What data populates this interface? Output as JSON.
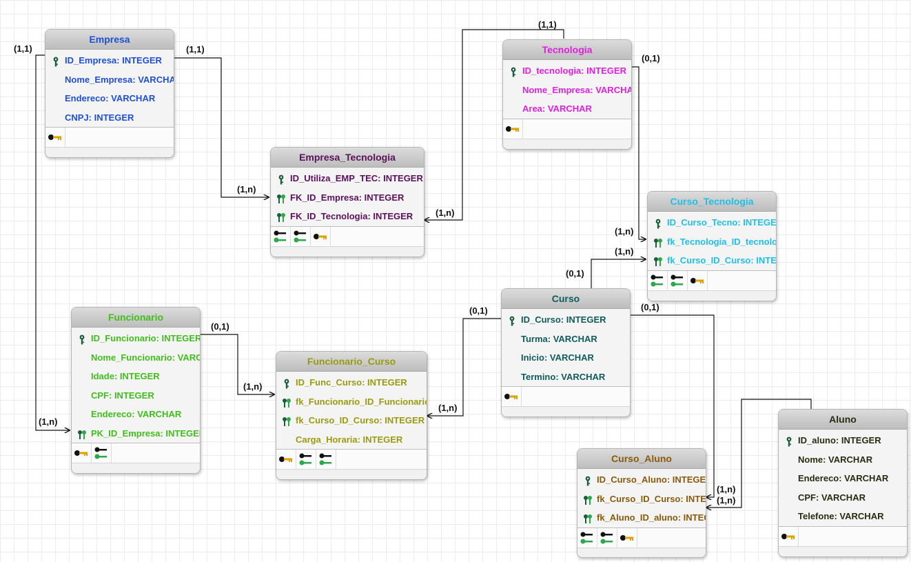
{
  "entities": [
    {
      "name": "Empresa",
      "color": "#1f4fd6",
      "attributes": [
        {
          "text": "ID_Empresa: INTEGER",
          "key": "pk"
        },
        {
          "text": "Nome_Empresa: VARCHAR",
          "key": "none"
        },
        {
          "text": "Endereco: VARCHAR",
          "key": "none"
        },
        {
          "text": "CNPJ: INTEGER",
          "key": "none"
        }
      ],
      "footer_icons": [
        "key-index-icon"
      ]
    },
    {
      "name": "Empresa_Tecnologia",
      "color": "#5c0f5c",
      "attributes": [
        {
          "text": "ID_Utiliza_EMP_TEC: INTEGER",
          "key": "pk"
        },
        {
          "text": "FK_ID_Empresa: INTEGER",
          "key": "fk"
        },
        {
          "text": "FK_ID_Tecnologia: INTEGER",
          "key": "fk"
        }
      ],
      "footer_icons": [
        "fk-index-icon",
        "fk-index-icon",
        "key-index-icon"
      ]
    },
    {
      "name": "Tecnologia",
      "color": "#e020e0",
      "attributes": [
        {
          "text": "ID_tecnologia: INTEGER",
          "key": "pk"
        },
        {
          "text": "Nome_Empresa: VARCHAR",
          "key": "none"
        },
        {
          "text": "Area: VARCHAR",
          "key": "none"
        }
      ],
      "footer_icons": [
        "key-index-icon"
      ]
    },
    {
      "name": "Curso_Tecnologia",
      "color": "#1ec0e6",
      "attributes": [
        {
          "text": "ID_Curso_Tecno: INTEGER",
          "key": "pk"
        },
        {
          "text": "fk_Tecnologia_ID_tecnologia",
          "key": "fk"
        },
        {
          "text": "fk_Curso_ID_Curso: INTEGER",
          "key": "fk"
        }
      ],
      "footer_icons": [
        "fk-index-icon",
        "fk-index-icon",
        "key-index-icon"
      ]
    },
    {
      "name": "Funcionario",
      "color": "#3fbf1a",
      "attributes": [
        {
          "text": "ID_Funcionario: INTEGER",
          "key": "pk"
        },
        {
          "text": "Nome_Funcionario: VARCHAR",
          "key": "none"
        },
        {
          "text": "Idade: INTEGER",
          "key": "none"
        },
        {
          "text": "CPF: INTEGER",
          "key": "none"
        },
        {
          "text": "Endereco: VARCHAR",
          "key": "none"
        },
        {
          "text": "PK_ID_Empresa: INTEGER",
          "key": "fk"
        }
      ],
      "footer_icons": [
        "key-index-icon",
        "fk-index-icon"
      ]
    },
    {
      "name": "Funcionario_Curso",
      "color": "#9a9a10",
      "attributes": [
        {
          "text": "ID_Func_Curso: INTEGER",
          "key": "pk"
        },
        {
          "text": "fk_Funcionario_ID_Funcionario",
          "key": "fk"
        },
        {
          "text": "fk_Curso_ID_Curso: INTEGER",
          "key": "fk"
        },
        {
          "text": "Carga_Horaria: INTEGER",
          "key": "none"
        }
      ],
      "footer_icons": [
        "key-index-icon",
        "fk-index-icon",
        "fk-index-icon"
      ]
    },
    {
      "name": "Curso",
      "color": "#0f5c5c",
      "attributes": [
        {
          "text": "ID_Curso: INTEGER",
          "key": "pk"
        },
        {
          "text": "Turma: VARCHAR",
          "key": "none"
        },
        {
          "text": "Inicio: VARCHAR",
          "key": "none"
        },
        {
          "text": "Termino: VARCHAR",
          "key": "none"
        }
      ],
      "footer_icons": [
        "key-index-icon"
      ]
    },
    {
      "name": "Curso_Aluno",
      "color": "#8a5a0a",
      "attributes": [
        {
          "text": "ID_Curso_Aluno: INTEGER",
          "key": "pk"
        },
        {
          "text": "fk_Curso_ID_Curso: INTEGER",
          "key": "fk"
        },
        {
          "text": "fk_Aluno_ID_aluno: INTEGER",
          "key": "fk"
        }
      ],
      "footer_icons": [
        "fk-index-icon",
        "fk-index-icon",
        "key-index-icon"
      ]
    },
    {
      "name": "Aluno",
      "color": "#2b2b10",
      "attributes": [
        {
          "text": "ID_aluno: INTEGER",
          "key": "pk"
        },
        {
          "text": "Nome: VARCHAR",
          "key": "none"
        },
        {
          "text": "Endereco: VARCHAR",
          "key": "none"
        },
        {
          "text": "CPF: VARCHAR",
          "key": "none"
        },
        {
          "text": "Telefone: VARCHAR",
          "key": "none"
        }
      ],
      "footer_icons": [
        "key-index-icon"
      ]
    }
  ],
  "cardinalities": [
    "(1,1)",
    "(1,1)",
    "(1,n)",
    "(1,1)",
    "(0,1)",
    "(1,n)",
    "(1,n)",
    "(1,n)",
    "(0,1)",
    "(0,1)",
    "(1,n)",
    "(0,1)",
    "(1,n)",
    "(1,n)",
    "(0,1)",
    "(1,n)",
    "(1,n)"
  ],
  "colors": {
    "pk_key": "#1b5e3a",
    "fk_key": "#2aa84a",
    "index_key": "#e0a000",
    "line": "#111111"
  }
}
